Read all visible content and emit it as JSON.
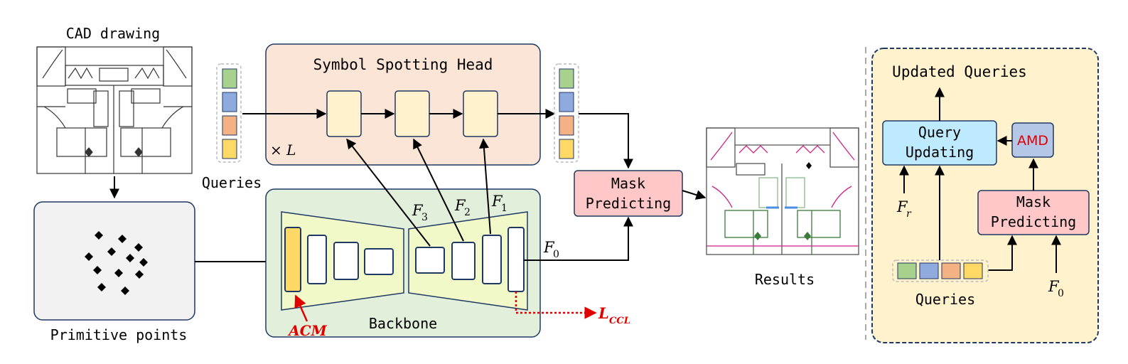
{
  "labels": {
    "cad_drawing": "CAD drawing",
    "primitive_points": "Primitive points",
    "queries_left": "Queries",
    "symbol_spotting_head": "Symbol Spotting Head",
    "times_l": "× L",
    "backbone": "Backbone",
    "acm": "ACM",
    "loss": "L",
    "loss_sub": "CCL",
    "f3": "F",
    "f3_sub": "3",
    "f2": "F",
    "f2_sub": "2",
    "f1": "F",
    "f1_sub": "1",
    "f0": "F",
    "f0_sub": "0",
    "mask_predicting_line1": "Mask",
    "mask_predicting_line2": "Predicting",
    "results": "Results",
    "updated_queries": "Updated Queries",
    "query_updating_line1": "Query",
    "query_updating_line2": "Updating",
    "amd": "AMD",
    "mask_predicting_r_line1": "Mask",
    "mask_predicting_r_line2": "Predicting",
    "fr": "F",
    "fr_sub": "r",
    "f0_r": "F",
    "f0_r_sub": "0",
    "queries_right": "Queries"
  },
  "colors": {
    "query_green": "#a9d18e",
    "query_blue": "#8faadc",
    "query_orange": "#f4b183",
    "query_yellow": "#ffd966",
    "ssh_bg": "#fbe5d6",
    "backbone_bg": "#e2efda",
    "trap_fill": "#f2f9c8",
    "mask_pred_fill": "#ffc7c7",
    "panel_bg": "#fff2cc",
    "query_updating_fill": "#bdeaff",
    "amd_fill": "#b4c7e7",
    "accent_red": "#e00000",
    "box_stroke": "#203864"
  }
}
